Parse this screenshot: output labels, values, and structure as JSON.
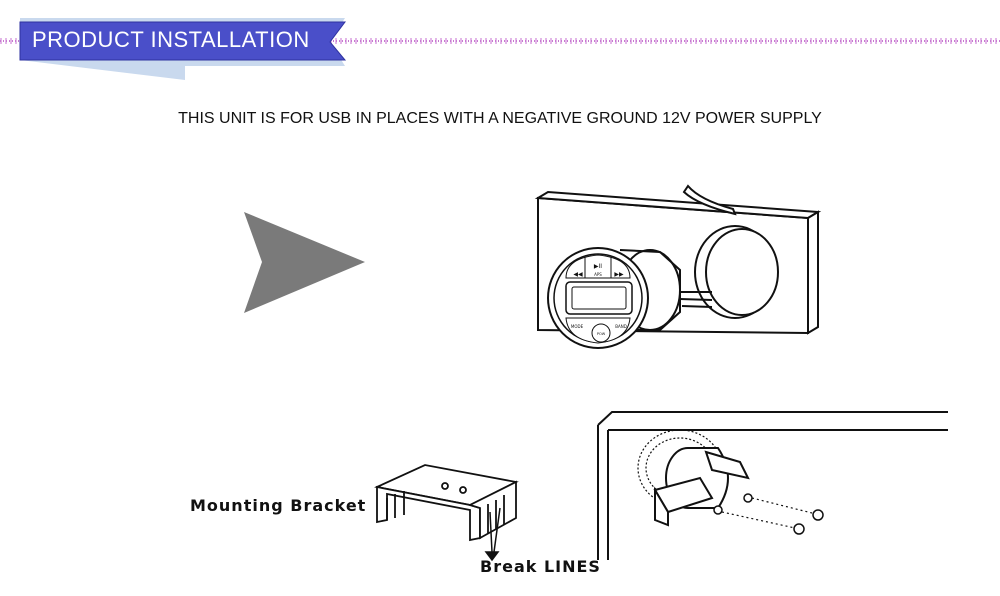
{
  "header": {
    "title": "PRODUCT  INSTALLATION",
    "accent_color": "#4a4fc9",
    "dot_color": "#c77ad0"
  },
  "headline": "THIS UNIT IS FOR USB IN PLACES WITH A NEGATIVE GROUND 12V POWER SUPPLY",
  "unit_buttons": {
    "play_pause": "▶II",
    "aps": "APS",
    "prev": "◀◀",
    "next": "▶▶",
    "mode": "MODE",
    "pow": "POW",
    "band": "BAND"
  },
  "labels": {
    "mounting_bracket": "Mounting  Bracket",
    "break_lines": "Break  LINES"
  },
  "icons": {
    "arrow": "arrow-right-icon"
  }
}
